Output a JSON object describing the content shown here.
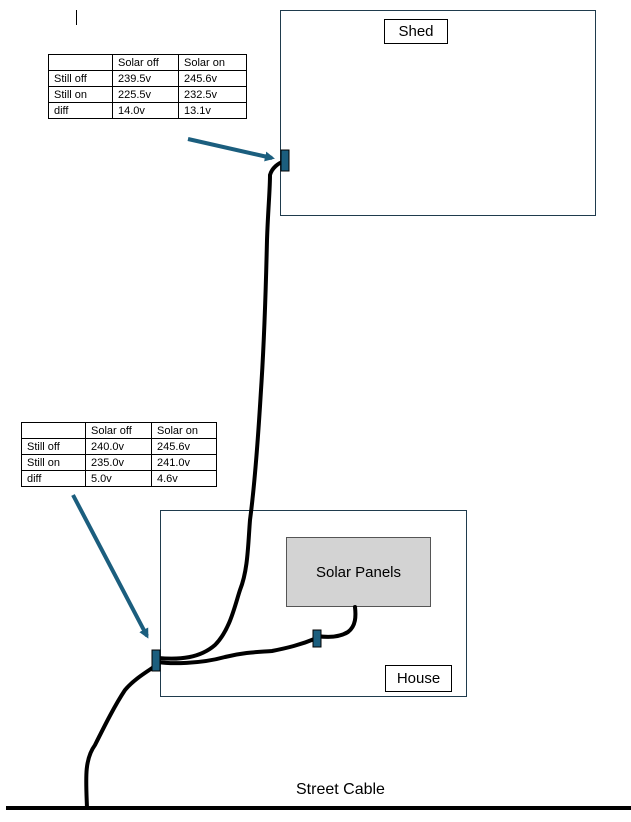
{
  "shed": {
    "label": "Shed"
  },
  "house": {
    "label": "House"
  },
  "solar_panels": {
    "label": "Solar Panels"
  },
  "street": {
    "label": "Street Cable"
  },
  "table_shed": {
    "headers": [
      "",
      "Solar off",
      "Solar on"
    ],
    "rows": [
      [
        "Still off",
        "239.5v",
        "245.6v"
      ],
      [
        "Still on",
        "225.5v",
        "232.5v"
      ],
      [
        "diff",
        "14.0v",
        "13.1v"
      ]
    ]
  },
  "table_house": {
    "headers": [
      "",
      "Solar off",
      "Solar on"
    ],
    "rows": [
      [
        "Still off",
        "240.0v",
        "245.6v"
      ],
      [
        "Still on",
        "235.0v",
        "241.0v"
      ],
      [
        "diff",
        "5.0v",
        "4.6v"
      ]
    ]
  },
  "colors": {
    "connector": "#1b5e7e",
    "arrow": "#1b5e7e",
    "cable": "#000000",
    "panel": "#d3d3d3"
  }
}
